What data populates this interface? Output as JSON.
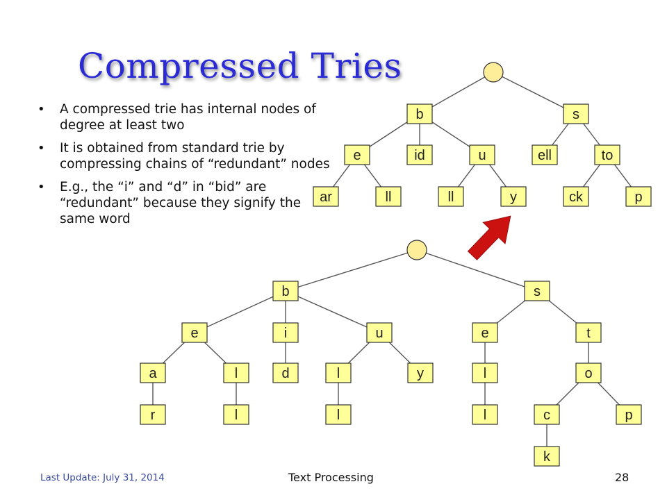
{
  "slide": {
    "title": "Compressed Tries",
    "bullets": [
      "A compressed trie has internal nodes of degree at least two",
      "It is obtained from standard trie by compressing chains of “redundant” nodes",
      "E.g., the “i” and “d” in “bid” are “redundant” because they signify the same word"
    ],
    "footer": {
      "last_update": "Last Update: July 31, 2014",
      "topic": "Text Processing",
      "page_number": "28"
    }
  },
  "colors": {
    "title": "#2b2bd6",
    "node_fill": "#ffff99",
    "root_fill": "#ffee99",
    "node_stroke": "#333333",
    "edge": "#555555",
    "arrow": "#cc1111",
    "footer_left": "#3b4aa0"
  },
  "compressed_trie": {
    "nodes": [
      {
        "id": "root",
        "label": ""
      },
      {
        "id": "b",
        "label": "b"
      },
      {
        "id": "s",
        "label": "s"
      },
      {
        "id": "e",
        "label": "e"
      },
      {
        "id": "id",
        "label": "id"
      },
      {
        "id": "u",
        "label": "u"
      },
      {
        "id": "ell",
        "label": "ell"
      },
      {
        "id": "to",
        "label": "to"
      },
      {
        "id": "ar",
        "label": "ar"
      },
      {
        "id": "ll1",
        "label": "ll"
      },
      {
        "id": "ll2",
        "label": "ll"
      },
      {
        "id": "y",
        "label": "y"
      },
      {
        "id": "ck",
        "label": "ck"
      },
      {
        "id": "p",
        "label": "p"
      }
    ],
    "edges": [
      [
        "root",
        "b"
      ],
      [
        "root",
        "s"
      ],
      [
        "b",
        "e"
      ],
      [
        "b",
        "id"
      ],
      [
        "b",
        "u"
      ],
      [
        "s",
        "ell"
      ],
      [
        "s",
        "to"
      ],
      [
        "e",
        "ar"
      ],
      [
        "e",
        "ll1"
      ],
      [
        "u",
        "ll2"
      ],
      [
        "u",
        "y"
      ],
      [
        "to",
        "ck"
      ],
      [
        "to",
        "p"
      ]
    ]
  },
  "standard_trie": {
    "nodes": [
      {
        "id": "root",
        "label": ""
      },
      {
        "id": "b",
        "label": "b"
      },
      {
        "id": "s",
        "label": "s"
      },
      {
        "id": "be",
        "label": "e"
      },
      {
        "id": "bi",
        "label": "i"
      },
      {
        "id": "bu",
        "label": "u"
      },
      {
        "id": "se",
        "label": "e"
      },
      {
        "id": "st",
        "label": "t"
      },
      {
        "id": "bea",
        "label": "a"
      },
      {
        "id": "bel",
        "label": "l"
      },
      {
        "id": "bid",
        "label": "d"
      },
      {
        "id": "bul",
        "label": "l"
      },
      {
        "id": "buy",
        "label": "y"
      },
      {
        "id": "sel",
        "label": "l"
      },
      {
        "id": "sto",
        "label": "o"
      },
      {
        "id": "bear",
        "label": "r"
      },
      {
        "id": "bell",
        "label": "l"
      },
      {
        "id": "bull",
        "label": "l"
      },
      {
        "id": "sell",
        "label": "l"
      },
      {
        "id": "stoc",
        "label": "c"
      },
      {
        "id": "stop",
        "label": "p"
      },
      {
        "id": "stock",
        "label": "k"
      }
    ],
    "edges": [
      [
        "root",
        "b"
      ],
      [
        "root",
        "s"
      ],
      [
        "b",
        "be"
      ],
      [
        "b",
        "bi"
      ],
      [
        "b",
        "bu"
      ],
      [
        "s",
        "se"
      ],
      [
        "s",
        "st"
      ],
      [
        "be",
        "bea"
      ],
      [
        "be",
        "bel"
      ],
      [
        "bi",
        "bid"
      ],
      [
        "bu",
        "bul"
      ],
      [
        "bu",
        "buy"
      ],
      [
        "se",
        "sel"
      ],
      [
        "st",
        "sto"
      ],
      [
        "bea",
        "bear"
      ],
      [
        "bel",
        "bell"
      ],
      [
        "bul",
        "bull"
      ],
      [
        "sel",
        "sell"
      ],
      [
        "sto",
        "stoc"
      ],
      [
        "sto",
        "stop"
      ],
      [
        "stoc",
        "stock"
      ]
    ]
  }
}
